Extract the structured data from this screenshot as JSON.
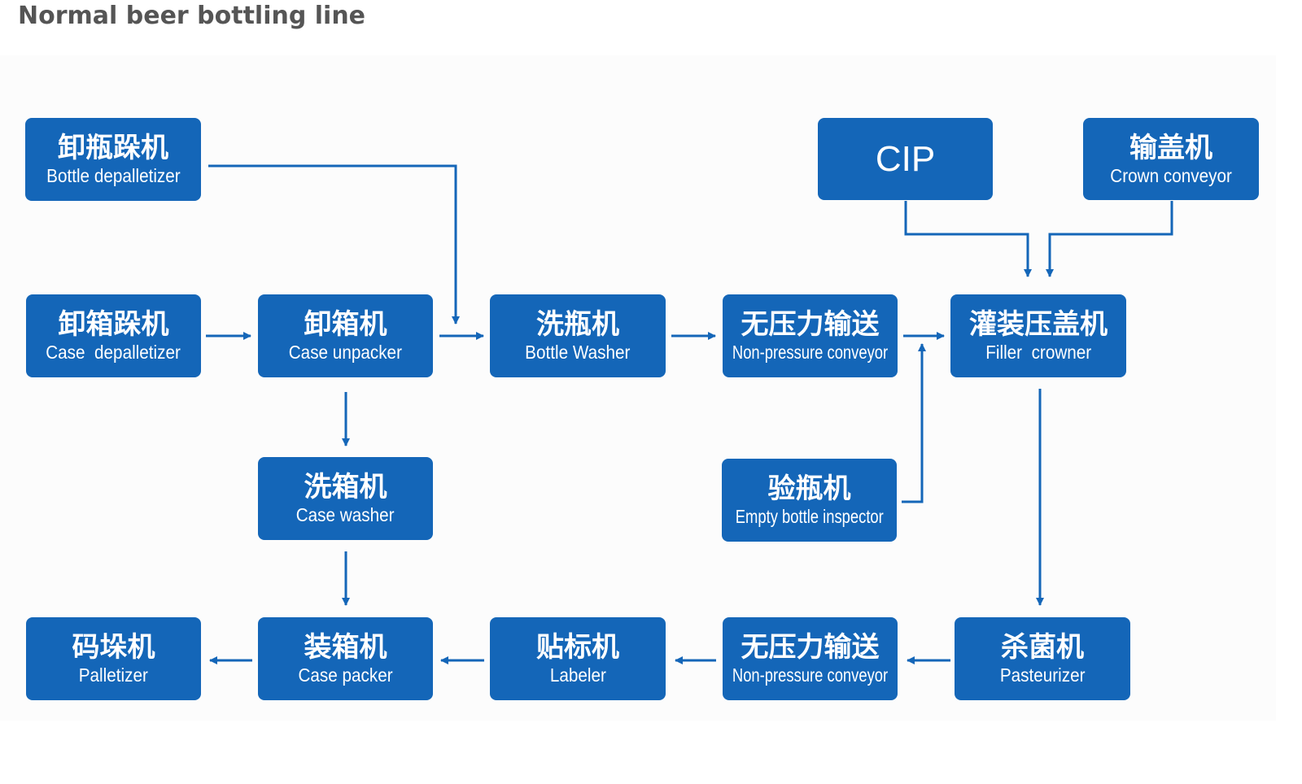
{
  "page": {
    "title": "Normal beer bottling line"
  },
  "colors": {
    "node_fill": "#1466b8",
    "node_text": "#ffffff",
    "arrow": "#1466b8",
    "title_text": "#555555"
  },
  "nodes": {
    "bottle_depalletizer": {
      "zh": "卸瓶跺机",
      "en": "Bottle depalletizer"
    },
    "case_depalletizer": {
      "zh": "卸箱跺机",
      "en": "Case  depalletizer"
    },
    "case_unpacker": {
      "zh": "卸箱机",
      "en": "Case unpacker"
    },
    "bottle_washer": {
      "zh": "洗瓶机",
      "en": "Bottle Washer"
    },
    "non_pressure_conveyor_1": {
      "zh": "无压力输送",
      "en": "Non-pressure conveyor"
    },
    "filler_crowner": {
      "zh": "灌装压盖机",
      "en": "Filler  crowner"
    },
    "cip": {
      "label": "CIP"
    },
    "crown_conveyor": {
      "zh": "输盖机",
      "en": "Crown conveyor"
    },
    "case_washer": {
      "zh": "洗箱机",
      "en": "Case washer"
    },
    "empty_bottle_inspector": {
      "zh": "验瓶机",
      "en": "Empty bottle inspector"
    },
    "palletizer": {
      "zh": "码垛机",
      "en": "Palletizer"
    },
    "case_packer": {
      "zh": "装箱机",
      "en": "Case packer"
    },
    "labeler": {
      "zh": "贴标机",
      "en": "Labeler"
    },
    "non_pressure_conveyor_2": {
      "zh": "无压力输送",
      "en": "Non-pressure conveyor"
    },
    "pasteurizer": {
      "zh": "杀菌机",
      "en": "Pasteurizer"
    }
  },
  "edges": [
    {
      "from": "bottle_depalletizer",
      "to": "bottle_washer"
    },
    {
      "from": "case_depalletizer",
      "to": "case_unpacker"
    },
    {
      "from": "case_unpacker",
      "to": "bottle_washer"
    },
    {
      "from": "case_unpacker",
      "to": "case_washer"
    },
    {
      "from": "bottle_washer",
      "to": "non_pressure_conveyor_1"
    },
    {
      "from": "non_pressure_conveyor_1",
      "to": "filler_crowner"
    },
    {
      "from": "empty_bottle_inspector",
      "to": "filler_crowner"
    },
    {
      "from": "cip",
      "to": "filler_crowner"
    },
    {
      "from": "crown_conveyor",
      "to": "filler_crowner"
    },
    {
      "from": "filler_crowner",
      "to": "pasteurizer"
    },
    {
      "from": "pasteurizer",
      "to": "non_pressure_conveyor_2"
    },
    {
      "from": "non_pressure_conveyor_2",
      "to": "labeler"
    },
    {
      "from": "labeler",
      "to": "case_packer"
    },
    {
      "from": "case_washer",
      "to": "case_packer"
    },
    {
      "from": "case_packer",
      "to": "palletizer"
    }
  ]
}
